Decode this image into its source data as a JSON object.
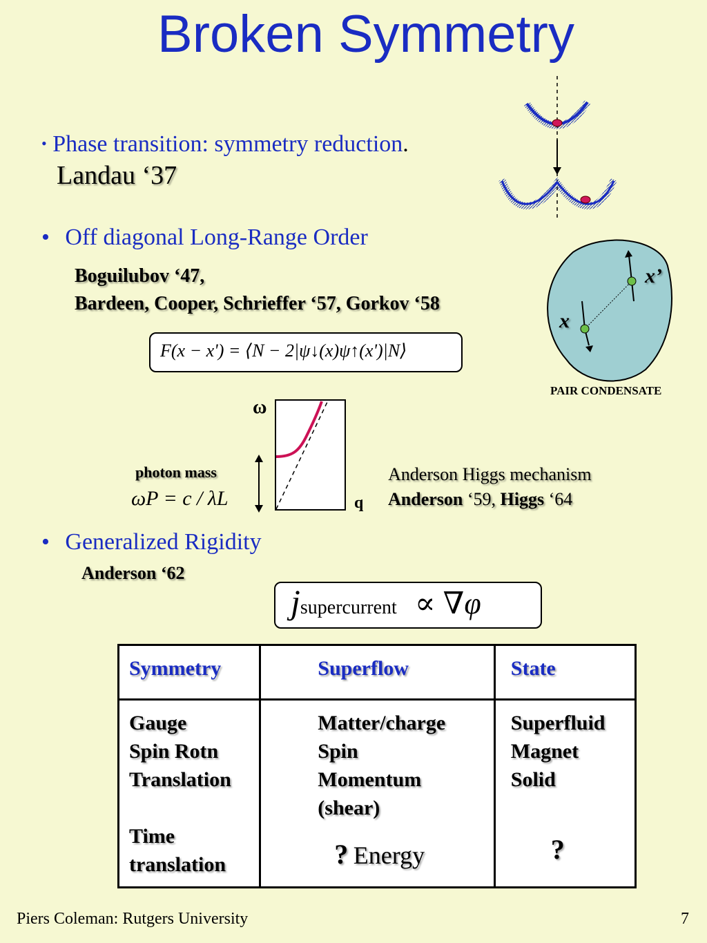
{
  "title": "Broken Symmetry",
  "bullet1": {
    "marker": "•",
    "text": "Phase transition: symmetry reduction",
    "period": ".",
    "ref": "Landau ‘37"
  },
  "bullet2": {
    "marker": "•",
    "text": "Off diagonal Long-Range Order",
    "ref_line1": "Boguilubov ‘47,",
    "ref_line2": "Bardeen, Cooper, Schrieffer ‘57, Gorkov ‘58"
  },
  "odlro_equation": "F(x − x') = ⟨N − 2|ψ↓(x)ψ↑(x')|N⟩",
  "condensate": {
    "label_x": "x",
    "label_xprime": "x’",
    "caption": "PAIR CONDENSATE"
  },
  "higgs_plot": {
    "y_label": "ω",
    "x_label": "q",
    "photon_mass_label": "photon mass",
    "photon_mass_formula": "ωP = c / λL"
  },
  "higgs": {
    "line1": "Anderson Higgs mechanism",
    "line2_name1": "Anderson",
    "line2_year1": " ‘59, ",
    "line2_name2": "Higgs",
    "line2_year2": " ‘64"
  },
  "bullet3": {
    "marker": "•",
    "text": "Generalized Rigidity",
    "ref": "Anderson ‘62"
  },
  "supercurrent_equation": {
    "j": "j",
    "subscript": "supercurrent",
    "rhs": "∝ ∇φ"
  },
  "table": {
    "headers": [
      "Symmetry",
      "Superflow",
      "State"
    ],
    "symmetry": [
      "Gauge",
      "Spin Rotn",
      "Translation",
      "",
      "Time",
      "translation"
    ],
    "superflow": [
      "Matter/charge",
      "Spin",
      "Momentum",
      "(shear)"
    ],
    "superflow_q": "?",
    "superflow_energy": "Energy",
    "state": [
      "Superfluid",
      "Magnet",
      "Solid"
    ],
    "state_q": "?"
  },
  "footer": {
    "left": "Piers Coleman: Rutgers University",
    "page": "7"
  }
}
